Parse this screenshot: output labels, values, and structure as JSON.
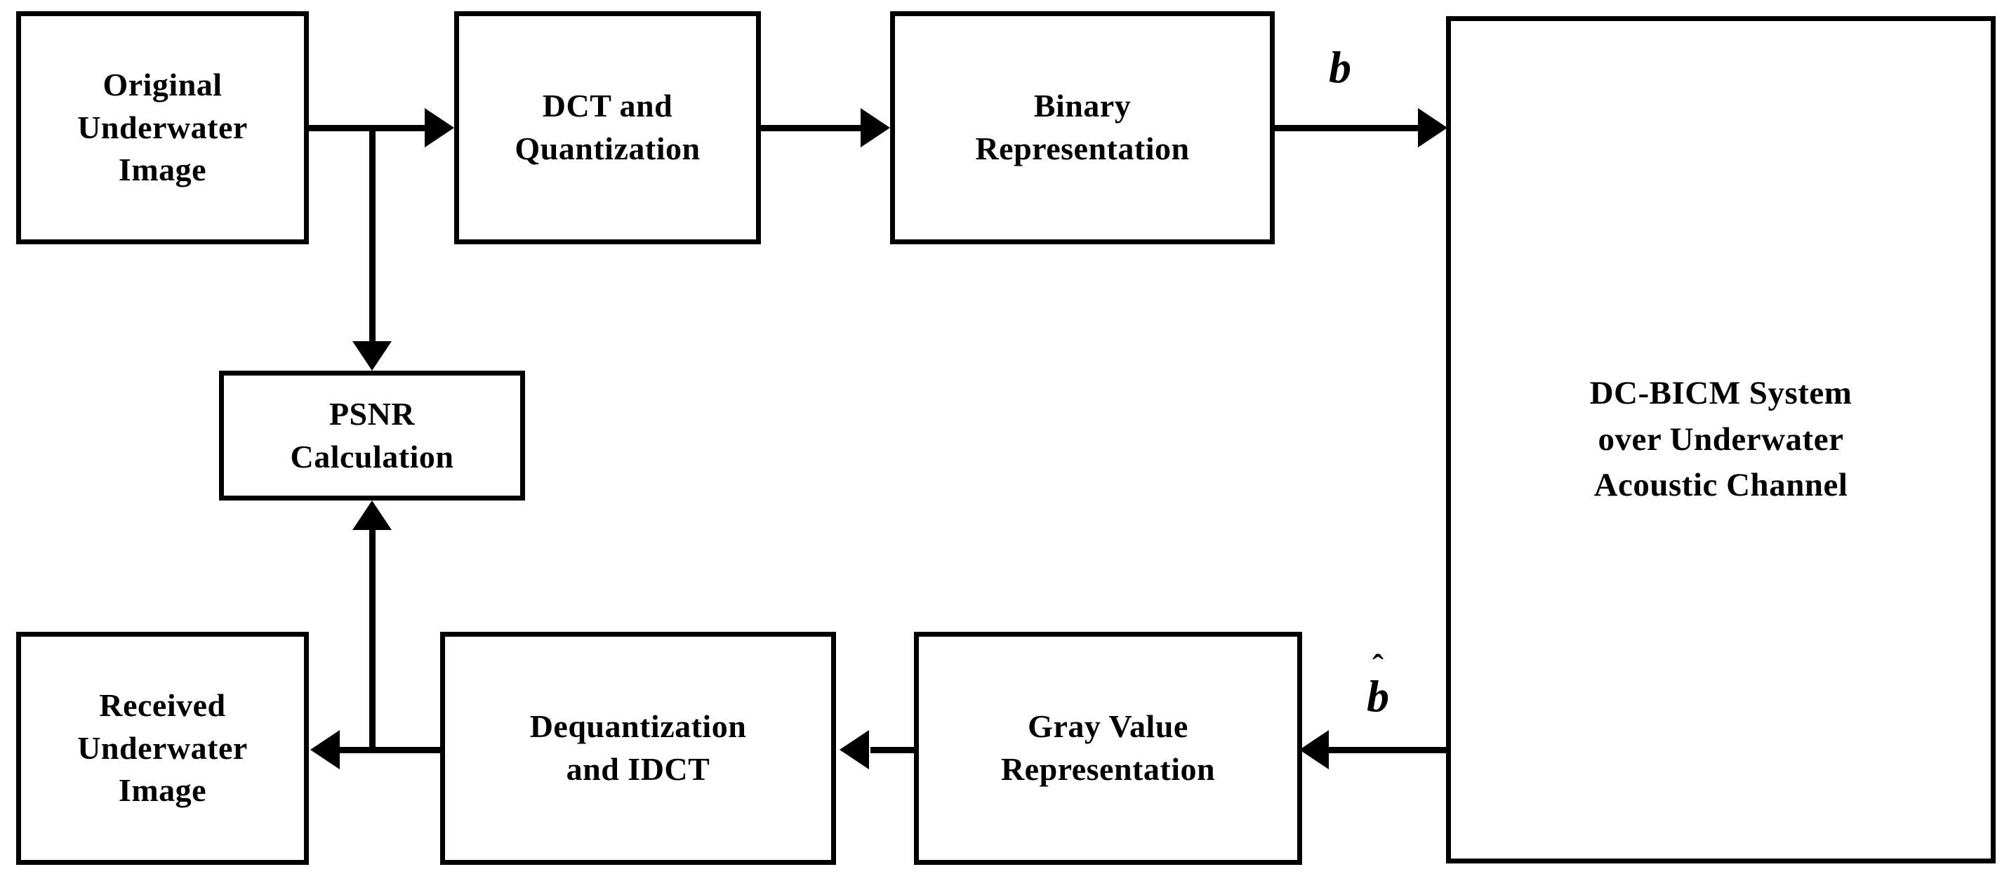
{
  "diagram": {
    "title": "DC-BICM System over Underwater Acoustic Channel Image Transmission Block Diagram",
    "type": "block-diagram",
    "background_color": "#ffffff",
    "line_color": "#000000",
    "text_color": "#000000"
  },
  "nodes": {
    "original_image": {
      "label": "Original\nUnderwater\nImage"
    },
    "dct_quant": {
      "label": "DCT and\nQuantization"
    },
    "binary_rep": {
      "label": "Binary\nRepresentation"
    },
    "channel": {
      "label": "DC-BICM System\nover Underwater\nAcoustic Channel"
    },
    "psnr": {
      "label": "PSNR\nCalculation"
    },
    "received_image": {
      "label": "Received\nUnderwater\nImage"
    },
    "dequant_idct": {
      "label": "Dequantization\nand IDCT"
    },
    "gray_value": {
      "label": "Gray Value\nRepresentation"
    }
  },
  "signals": {
    "transmitted_bits": {
      "symbol": "b",
      "hat": ""
    },
    "received_bits": {
      "symbol": "b",
      "hat": "ˆ"
    }
  },
  "edges": [
    {
      "from": "original_image",
      "to": "dct_quant",
      "label": ""
    },
    {
      "from": "original_image",
      "to": "psnr",
      "label": ""
    },
    {
      "from": "dct_quant",
      "to": "binary_rep",
      "label": ""
    },
    {
      "from": "binary_rep",
      "to": "channel",
      "label": "b"
    },
    {
      "from": "channel",
      "to": "gray_value",
      "label": "b̂"
    },
    {
      "from": "gray_value",
      "to": "dequant_idct",
      "label": ""
    },
    {
      "from": "dequant_idct",
      "to": "received_image",
      "label": ""
    },
    {
      "from": "dequant_idct",
      "to": "psnr",
      "label": ""
    }
  ]
}
